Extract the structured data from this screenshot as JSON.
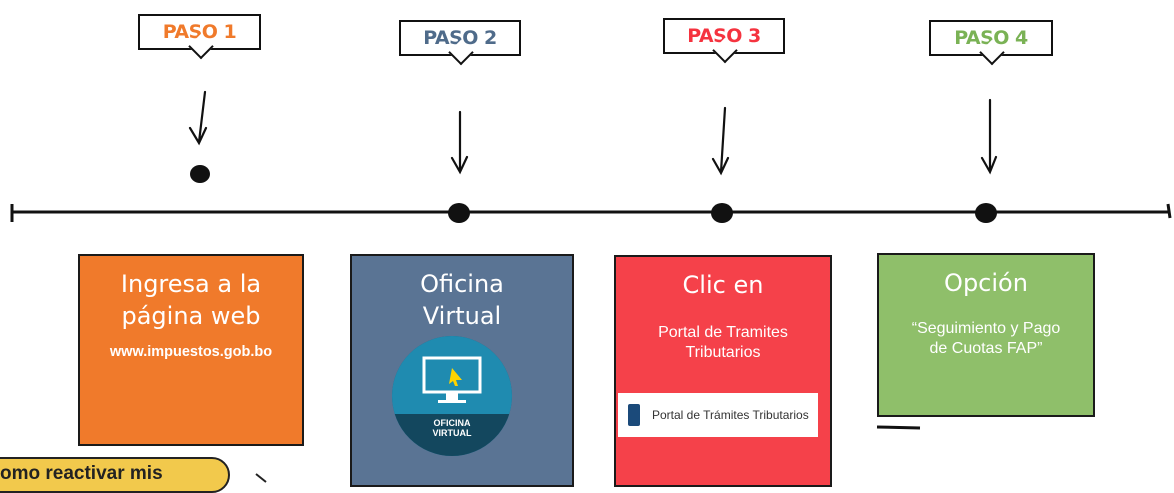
{
  "steps": [
    {
      "label": "PASO 1",
      "color": "#f07a2b"
    },
    {
      "label": "PASO 2",
      "color": "#4f6b8a"
    },
    {
      "label": "PASO 3",
      "color": "#f5333f"
    },
    {
      "label": "PASO 4",
      "color": "#7ab255"
    }
  ],
  "cards": [
    {
      "title": "Ingresa a la página web",
      "sub": "www.impuestos.gob.bo",
      "bg": "#f07a2b"
    },
    {
      "title": "Oficina Virtual",
      "icon_text": "OFICINA VIRTUAL",
      "bg": "#5a7494"
    },
    {
      "title": "Clic en",
      "sub": "Portal de Tramites Tributarios",
      "link_text": "Portal de Trámites Tributarios",
      "bg": "#f5414a"
    },
    {
      "title": "Opción",
      "sub": "“Seguimiento y Pago de Cuotas FAP”",
      "bg": "#8fbf6a"
    }
  ],
  "bottom_pill": "omo reactivar mis"
}
